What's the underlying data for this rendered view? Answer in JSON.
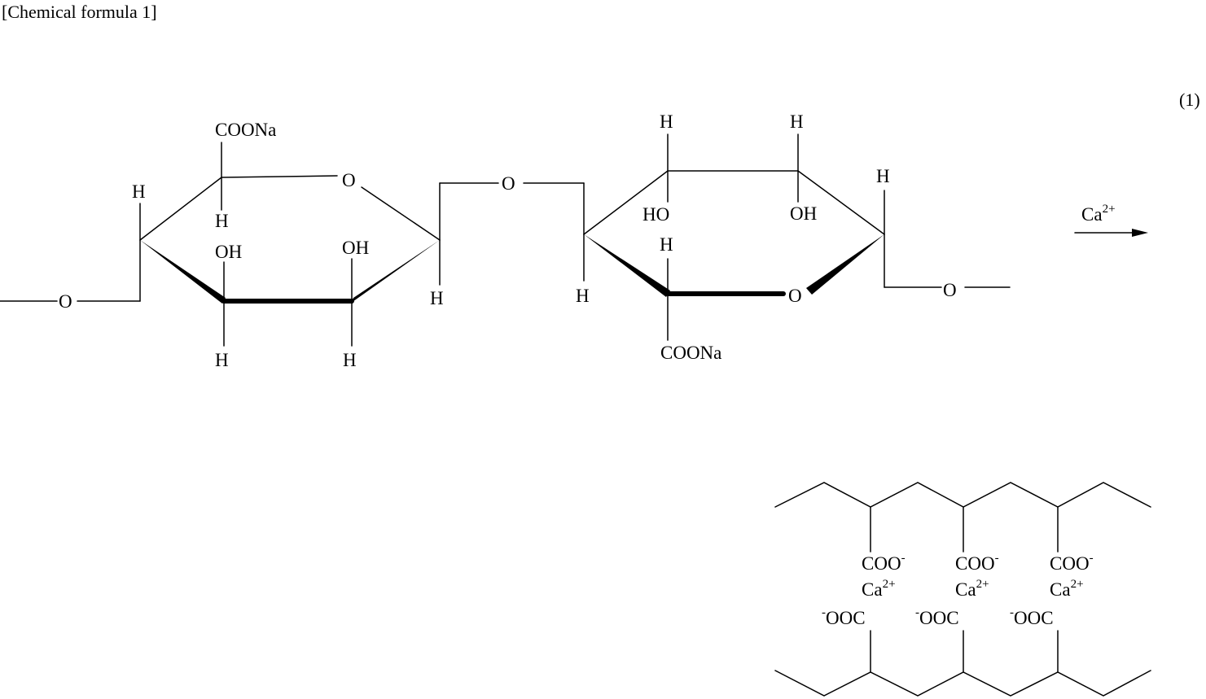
{
  "caption": "[Chemical formula 1]",
  "equation_number": "(1)",
  "reagent": {
    "base": "Ca",
    "charge": "2+"
  },
  "atoms": {
    "oxygen": "O",
    "hydrogen": "H",
    "hydroxyl": "OH",
    "hydroxyl_left": "HO",
    "sodium_carboxylate": "COONa"
  },
  "product": {
    "upper_carboxylate": {
      "base": "COO",
      "charge": "-"
    },
    "lower_carboxylate": {
      "charge": "-",
      "base": "OOC"
    },
    "calcium": {
      "base": "Ca",
      "charge": "2+"
    }
  }
}
